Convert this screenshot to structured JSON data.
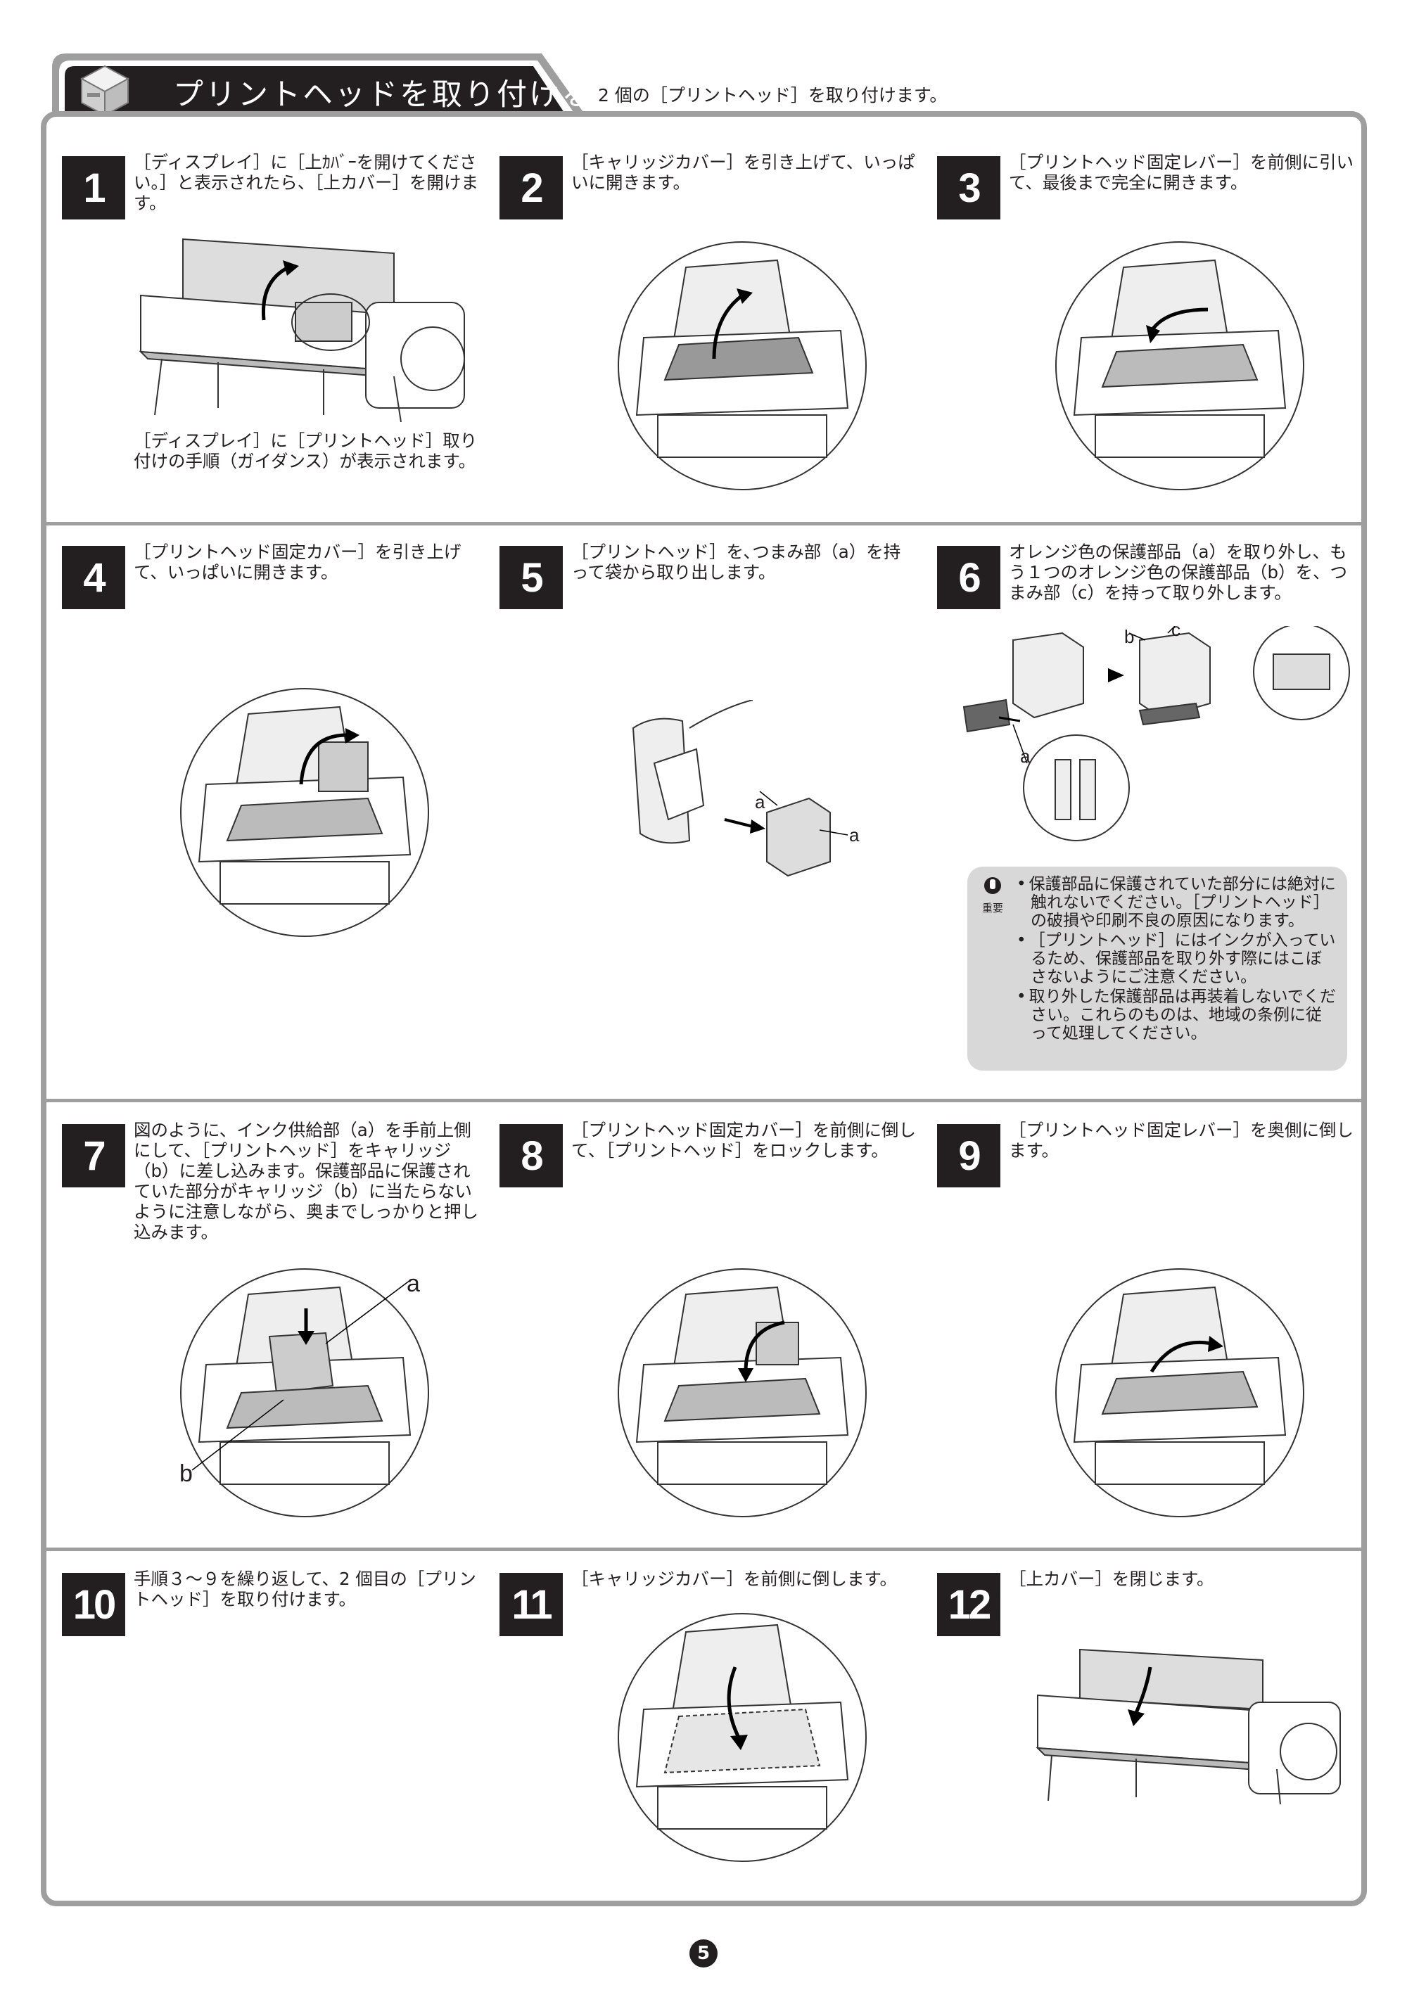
{
  "header": {
    "title": "プリントヘッドを取り付ける",
    "description": "2 個の［プリントヘッド］を取り付けます。"
  },
  "steps": [
    {
      "number": "1",
      "text": "［ディスプレイ］に［上ｶﾊﾞｰを開けてください。］と表示されたら、［上カバー］を開けます。",
      "caption": "［ディスプレイ］に［プリントヘッド］取り付けの手順（ガイダンス）が表示されます。"
    },
    {
      "number": "2",
      "text": "［キャリッジカバー］を引き上げて、いっぱいに開きます。"
    },
    {
      "number": "3",
      "text": "［プリントヘッド固定レバー］を前側に引いて、最後まで完全に開きます。"
    },
    {
      "number": "4",
      "text": "［プリントヘッド固定カバー］を引き上げて、いっぱいに開きます。"
    },
    {
      "number": "5",
      "text": "［プリントヘッド］を､つまみ部（a）を持って袋から取り出します。",
      "labels": [
        "a",
        "a"
      ]
    },
    {
      "number": "6",
      "text": "オレンジ色の保護部品（a）を取り外し、もう１つのオレンジ色の保護部品（b）を、つまみ部（c）を持って取り外します。",
      "labels": [
        "b",
        "c",
        "a"
      ]
    },
    {
      "number": "7",
      "text": "図のように、インク供給部（a）を手前上側にして、［プリントヘッド］をキャリッジ（b）に差し込みます。保護部品に保護されていた部分がキャリッジ（b）に当たらないように注意しながら、奥までしっかりと押し込みます。",
      "labels": [
        "a",
        "b"
      ]
    },
    {
      "number": "8",
      "text": "［プリントヘッド固定カバー］を前側に倒して､［プリントヘッド］をロックします。"
    },
    {
      "number": "9",
      "text": "［プリントヘッド固定レバー］を奥側に倒します。"
    },
    {
      "number": "10",
      "text": "手順３～９を繰り返して、2 個目の［プリントヘッド］を取り付けます。"
    },
    {
      "number": "11",
      "text": "［キャリッジカバー］を前側に倒します。"
    },
    {
      "number": "12",
      "text": "［上カバー］を閉じます。"
    }
  ],
  "note": {
    "label": "重要",
    "items": [
      "保護部品に保護されていた部分には絶対に触れないでください。［プリントヘッド］の破損や印刷不良の原因になります。",
      "［プリントヘッド］にはインクが入っているため、保護部品を取り外す際にはこぼさないようにご注意ください。",
      "取り外した保護部品は再装着しないでください。これらのものは、地域の条例に従って処理してください。"
    ]
  },
  "page_number": "5",
  "colors": {
    "tab": "#231f20",
    "frame": "#9e9e9e",
    "note_bg": "#d8d8d8"
  }
}
